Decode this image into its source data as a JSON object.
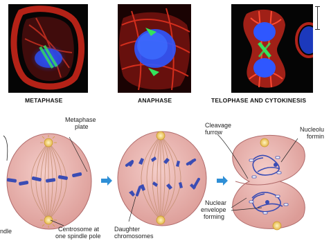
{
  "micrographs": [
    {
      "phase": "metaphase"
    },
    {
      "phase": "anaphase"
    },
    {
      "phase": "telophase-and-cytokinesis"
    }
  ],
  "phase_titles": [
    "METAPHASE",
    "ANAPHASE",
    "TELOPHASE AND CYTOKINESIS"
  ],
  "labels": {
    "metaphase_plate_1": "Metaphase",
    "metaphase_plate_2": "plate",
    "spindle_partial": "ndle",
    "centrosome_1": "Centrosome at",
    "centrosome_2": "one spindle pole",
    "daughter_1": "Daughter",
    "daughter_2": "chromosomes",
    "cleavage_1": "Cleavage",
    "cleavage_2": "furrow",
    "nucleolus_1": "Nucleolu",
    "nucleolus_2": "formin",
    "nuclear_1": "Nuclear",
    "nuclear_2": "envelope",
    "nuclear_3": "forming"
  },
  "colors": {
    "cell_fill": "#e7b1ad",
    "cell_stroke": "#b06a6a",
    "chromosome": "#3a4cb4",
    "spindle": "#c9947a",
    "centrosome": "#f0d070",
    "arrow": "#2f8fd6",
    "microtubule_stain": "#e02a1c",
    "dna_stain": "#2f57ff",
    "tubulin_green": "#34e35c"
  },
  "icons": [
    "right-arrow-icon",
    "right-arrow-icon",
    "centrosome-icon"
  ]
}
